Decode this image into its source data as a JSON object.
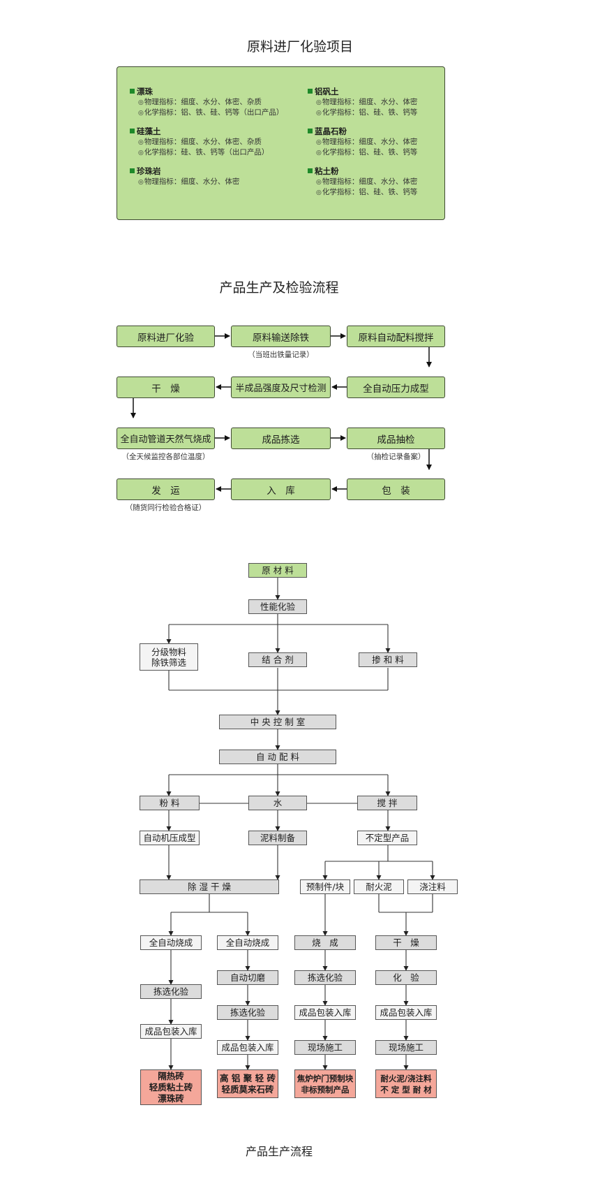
{
  "section1": {
    "title": "原料进厂化验项目",
    "materials": [
      {
        "name": "漂珠",
        "lines": [
          "物理指标：细度、水分、体密、杂质",
          "化学指标：铝、铁、硅、钙等（出口产品）"
        ]
      },
      {
        "name": "硅藻土",
        "lines": [
          "物理指标：细度、水分、体密、杂质",
          "化学指标：硅、铁、钙等（出口产品）"
        ]
      },
      {
        "name": "珍珠岩",
        "lines": [
          "物理指标：细度、水分、体密"
        ]
      },
      {
        "name": "铝矾土",
        "lines": [
          "物理指标：细度、水分、体密",
          "化学指标：铝、硅、铁、钙等"
        ]
      },
      {
        "name": "蓝晶石粉",
        "lines": [
          "物理指标：细度、水分、体密",
          "化学指标：铝、硅、铁、钙等"
        ]
      },
      {
        "name": "粘土粉",
        "lines": [
          "物理指标：细度、水分、体密",
          "化学指标：铝、硅、铁、钙等"
        ]
      }
    ],
    "bullet": "◎"
  },
  "section2": {
    "title": "产品生产及检验流程",
    "steps": [
      "原料进厂化验",
      "原料输送除铁",
      "原料自动配料搅拌",
      "全自动压力成型",
      "半成品强度及尺寸检测",
      "干　燥",
      "全自动管道天然气烧成",
      "成品拣选",
      "成品抽检",
      "包　装",
      "入　库",
      "发　运"
    ],
    "notes": [
      "（当班出铁量记录）",
      "（全天候监控各部位温度）",
      "（抽检记录备案）",
      "（随货同行检验合格证）"
    ]
  },
  "section3": {
    "caption": "产品生产流程",
    "nodes": {
      "raw": "原 材 料",
      "test": "性能化验",
      "graded": [
        "分级物料",
        "除铁筛选"
      ],
      "binder": "结 合 剂",
      "admix": "掺 和 料",
      "central": "中 央 控 制 室",
      "autobatch": "自 动 配 料",
      "powder": "粉 料",
      "water": "水",
      "mix": "搅 拌",
      "press": "自动机压成型",
      "mud": "泥料制备",
      "unshaped": "不定型产品",
      "dry1": "除 湿 干 燥",
      "precast": "预制件/块",
      "mortar": "耐火泥",
      "castable": "浇注料",
      "fire_a": "全自动烧成",
      "fire_b": "全自动烧成",
      "fire_c": "烧　成",
      "dry2": "干　燥",
      "sort_a": "拣选化验",
      "cut_b": "自动切磨",
      "sort_c": "拣选化验",
      "test_d": "化　验",
      "pack_a": "成品包装入库",
      "sort_b": "拣选化验",
      "pack_c": "成品包装入库",
      "pack_d": "成品包装入库",
      "pack_b": "成品包装入库",
      "site_c": "现场施工",
      "site_d": "现场施工",
      "prod_a": [
        "隔热砖",
        "轻质粘土砖",
        "漂珠砖"
      ],
      "prod_b": [
        "高 铝 聚 轻 砖",
        "轻质莫来石砖"
      ],
      "prod_c": [
        "焦炉炉门预制块",
        "非标预制产品"
      ],
      "prod_d": [
        "耐火泥/浇注料",
        "不 定 型 耐 材"
      ]
    }
  },
  "colors": {
    "green": "#bddf98",
    "gray": "#dcdcdc",
    "red": "#f4a79a",
    "bullet_green": "#1e8a2a"
  }
}
